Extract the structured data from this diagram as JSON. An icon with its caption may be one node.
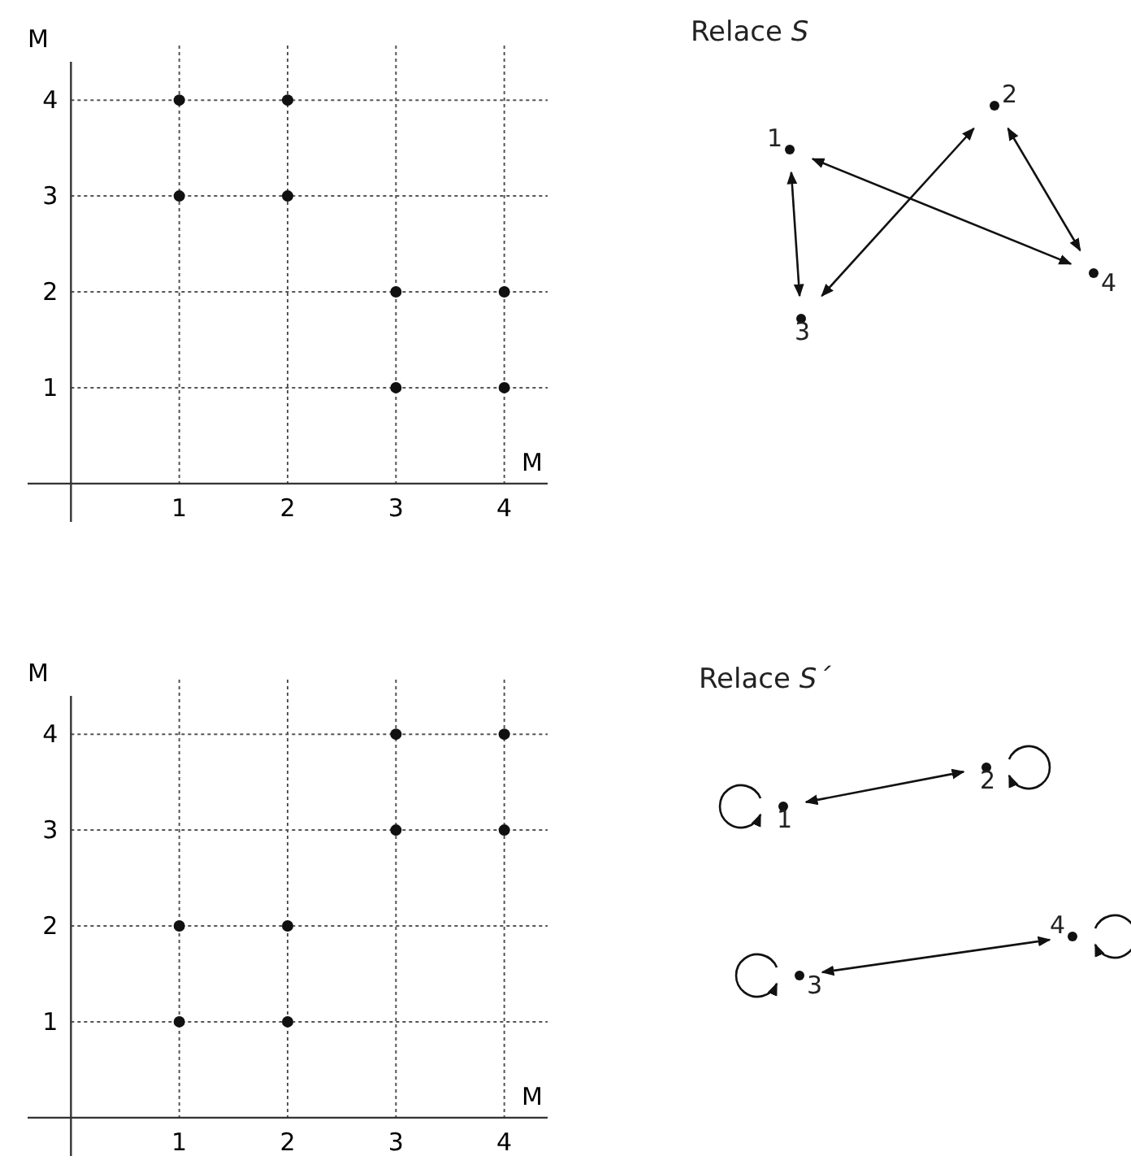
{
  "diagram": {
    "nodes": [
      {
        "text": [
          "1"
        ]
      },
      {
        "text": [
          "2"
        ]
      },
      {
        "text": [
          "3"
        ]
      },
      {
        "text": [
          "4"
        ]
      },
      {
        "text": [
          "1"
        ]
      },
      {
        "text": [
          "2"
        ]
      },
      {
        "text": [
          "3"
        ]
      },
      {
        "text": [
          "4"
        ]
      }
    ],
    "edges": [
      {
        "from": 0,
        "to": 3,
        "arrow": "both"
      },
      {
        "from": 0,
        "to": 2,
        "arrow": "both"
      },
      {
        "from": 1,
        "to": 2,
        "arrow": "both"
      },
      {
        "from": 1,
        "to": 3,
        "arrow": "both"
      },
      {
        "from": 4,
        "to": 4,
        "arrow": "to"
      },
      {
        "from": 5,
        "to": 5,
        "arrow": "to"
      },
      {
        "from": 6,
        "to": 6,
        "arrow": "to"
      },
      {
        "from": 7,
        "to": 7,
        "arrow": "to"
      },
      {
        "from": 4,
        "to": 5,
        "arrow": "both"
      },
      {
        "from": 6,
        "to": 7,
        "arrow": "both"
      }
    ],
    "labels": [
      "Relace *S*",
      "Relace *S´*"
    ],
    "chart_data": [
      {
        "type": "scatter",
        "xlabel": "M",
        "ylabel": "M",
        "grid": true,
        "xlim": [
          -0.4,
          4.4
        ],
        "ylim": [
          -0.4,
          4.4
        ],
        "xticks": [
          1,
          2,
          3,
          4
        ],
        "yticks": [
          1,
          2,
          3,
          4
        ],
        "x": [
          1,
          2,
          1,
          2,
          3,
          4,
          3,
          4
        ],
        "values": [
          4,
          4,
          3,
          3,
          2,
          2,
          1,
          1
        ]
      },
      {
        "type": "scatter",
        "xlabel": "M",
        "ylabel": "M",
        "grid": true,
        "xlim": [
          -0.4,
          4.4
        ],
        "ylim": [
          -0.4,
          4.4
        ],
        "xticks": [
          1,
          2,
          3,
          4
        ],
        "yticks": [
          1,
          2,
          3,
          4
        ],
        "x": [
          3,
          4,
          3,
          4,
          1,
          2,
          1,
          2
        ],
        "values": [
          4,
          4,
          3,
          3,
          2,
          2,
          1,
          1
        ]
      }
    ]
  }
}
